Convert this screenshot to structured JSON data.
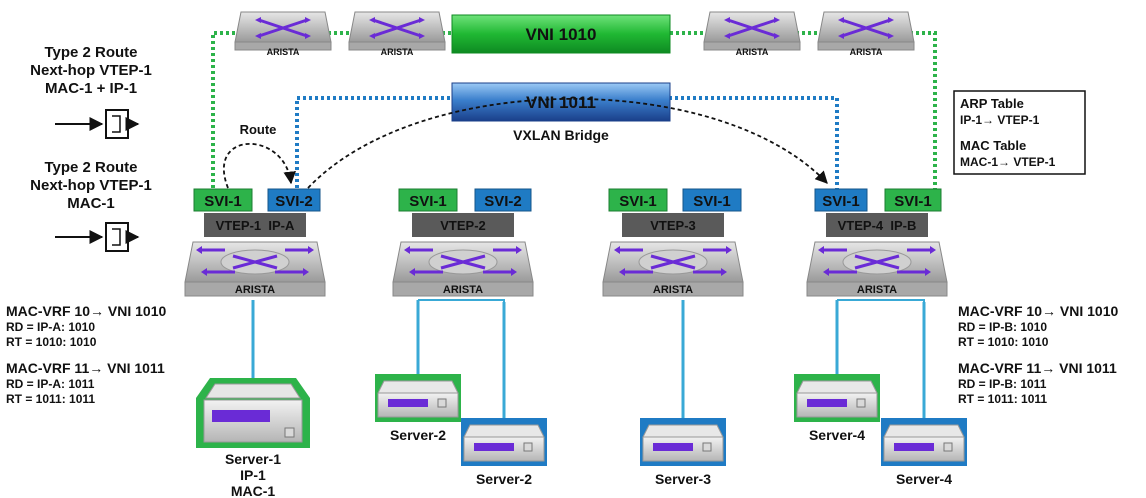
{
  "vni_top": "VNI 1010",
  "vni_mid": "VNI 1011",
  "bridge_label": "VXLAN Bridge",
  "route_label": "Route",
  "switch_brand": "ARISTA",
  "left_routes": [
    {
      "lines": [
        "Type 2 Route",
        "Next-hop VTEP-1",
        "MAC-1 + IP-1"
      ]
    },
    {
      "lines": [
        "Type 2 Route",
        "Next-hop VTEP-1",
        "MAC-1"
      ]
    }
  ],
  "tables": {
    "arp_title": "ARP Table",
    "arp_entry": "IP-1→ VTEP-1",
    "mac_title": "MAC Table",
    "mac_entry": "MAC-1→ VTEP-1"
  },
  "vteps": [
    {
      "svi_a": "SVI-1",
      "svi_b": "SVI-2",
      "label": "VTEP-1  IP-A"
    },
    {
      "svi_a": "SVI-1",
      "svi_b": "SVI-2",
      "label": "VTEP-2"
    },
    {
      "svi_a": "SVI-1",
      "svi_b": "SVI-1",
      "label": "VTEP-3"
    },
    {
      "svi_a": "SVI-1",
      "svi_b": "SVI-1",
      "label": "VTEP-4  IP-B"
    }
  ],
  "macvrf_left": [
    "MAC-VRF 10→ VNI 1010",
    "RD = IP-A: 1010",
    "RT = 1010: 1010",
    "MAC-VRF 11→ VNI 1011",
    "RD = IP-A: 1011",
    "RT = 1011: 1011"
  ],
  "macvrf_right": [
    "MAC-VRF 10→ VNI 1010",
    "RD = IP-B: 1010",
    "RT = 1010: 1010",
    "MAC-VRF 11→ VNI 1011",
    "RD = IP-B: 1011",
    "RT = 1011: 1011"
  ],
  "servers": {
    "s1": [
      "Server-1",
      "IP-1",
      "MAC-1"
    ],
    "s2a": "Server-2",
    "s2b": "Server-2",
    "s3": "Server-3",
    "s4a": "Server-4",
    "s4b": "Server-4"
  },
  "colors": {
    "green": "#2db34a",
    "blue": "#1f7bc4",
    "vni_top": "#22c33a",
    "vni_mid": "#2a6fc0",
    "vtep_bar": "#5a5a5a",
    "switch": "#b8b8b8"
  }
}
